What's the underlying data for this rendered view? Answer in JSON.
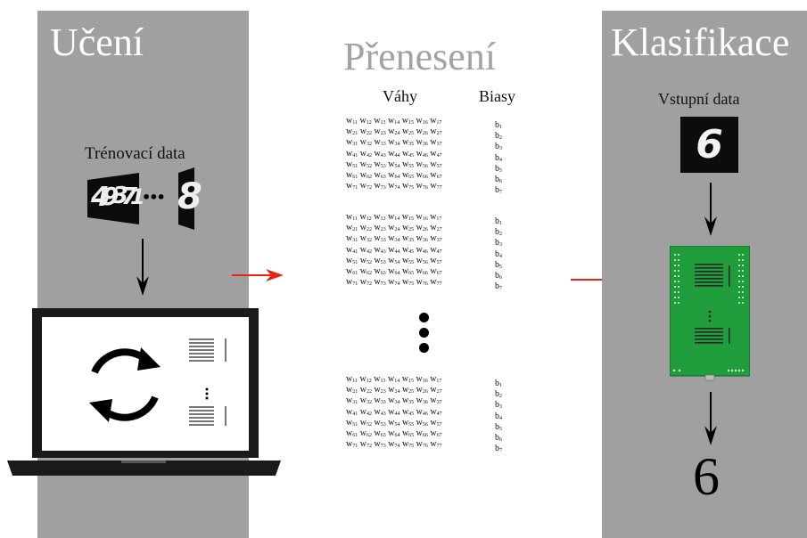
{
  "learning": {
    "title": "Učení",
    "training_label": "Trénovací data",
    "training_digits": [
      "4",
      "9",
      "3",
      "7",
      "1",
      "8"
    ],
    "ellipsis": "•••"
  },
  "transfer": {
    "title": "Přenesení",
    "weights_header": "Váhy",
    "biases_header": "Biasy",
    "blocks": [
      {
        "weights": [
          [
            "11",
            "12",
            "13",
            "14",
            "15",
            "16",
            "17"
          ],
          [
            "21",
            "22",
            "23",
            "24",
            "25",
            "26",
            "27"
          ],
          [
            "31",
            "32",
            "33",
            "34",
            "35",
            "36",
            "37"
          ],
          [
            "41",
            "42",
            "43",
            "44",
            "45",
            "46",
            "47"
          ],
          [
            "51",
            "52",
            "53",
            "54",
            "55",
            "56",
            "57"
          ],
          [
            "61",
            "62",
            "63",
            "64",
            "65",
            "66",
            "67"
          ],
          [
            "71",
            "72",
            "73",
            "74",
            "75",
            "76",
            "77"
          ]
        ],
        "biases": [
          "1",
          "2",
          "3",
          "4",
          "5",
          "6",
          "7"
        ]
      },
      {
        "weights": [
          [
            "11",
            "12",
            "13",
            "14",
            "15",
            "16",
            "17"
          ],
          [
            "21",
            "22",
            "23",
            "24",
            "25",
            "26",
            "27"
          ],
          [
            "31",
            "32",
            "33",
            "34",
            "35",
            "36",
            "37"
          ],
          [
            "41",
            "42",
            "43",
            "44",
            "45",
            "46",
            "47"
          ],
          [
            "51",
            "52",
            "53",
            "54",
            "55",
            "56",
            "57"
          ],
          [
            "61",
            "62",
            "63",
            "64",
            "65",
            "66",
            "67"
          ],
          [
            "71",
            "72",
            "73",
            "74",
            "75",
            "76",
            "77"
          ]
        ],
        "biases": [
          "1",
          "2",
          "3",
          "4",
          "5",
          "6",
          "7"
        ]
      },
      {
        "weights": [
          [
            "11",
            "12",
            "13",
            "14",
            "15",
            "16",
            "17"
          ],
          [
            "21",
            "22",
            "23",
            "24",
            "25",
            "26",
            "27"
          ],
          [
            "31",
            "32",
            "33",
            "34",
            "35",
            "36",
            "37"
          ],
          [
            "41",
            "42",
            "43",
            "44",
            "45",
            "46",
            "47"
          ],
          [
            "51",
            "52",
            "53",
            "54",
            "55",
            "56",
            "57"
          ],
          [
            "61",
            "62",
            "63",
            "64",
            "65",
            "66",
            "67"
          ],
          [
            "71",
            "72",
            "73",
            "74",
            "75",
            "76",
            "77"
          ]
        ],
        "biases": [
          "1",
          "2",
          "3",
          "4",
          "5",
          "6",
          "7"
        ]
      }
    ],
    "weight_symbol": "w",
    "bias_symbol": "b"
  },
  "classification": {
    "title": "Klasifikace",
    "input_label": "Vstupní data",
    "input_digit": "6",
    "output": "6"
  },
  "colors": {
    "panel": "#a0a0a0",
    "panel_title": "#ffffff",
    "middle_title": "#a3a3a3",
    "arrow_red": "#e8231c",
    "board_green": "#1e9d3a",
    "laptop": "#1a1a1a"
  }
}
